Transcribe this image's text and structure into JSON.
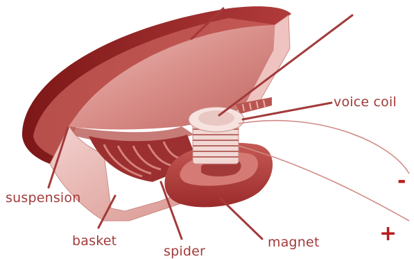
{
  "labels": {
    "voice_coil": "voice coil",
    "suspension": "suspension",
    "basket": "basket",
    "spider": "spider",
    "magnet": "magnet"
  },
  "terminals": {
    "negative": "-",
    "positive": "+"
  },
  "colors": {
    "cone_light": "#e2a6a2",
    "cone_mid": "#c96e69",
    "cone_dark": "#8e1f1f",
    "accent": "#a33a3a",
    "terminal": "#b81c1c"
  }
}
